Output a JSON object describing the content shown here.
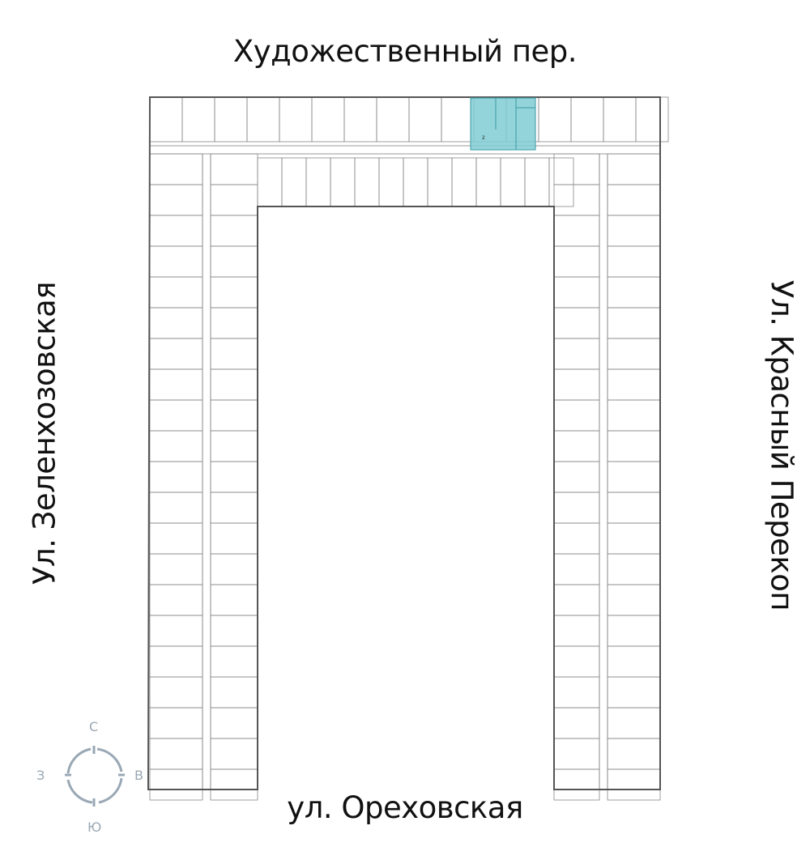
{
  "streets": {
    "north": "Художественный пер.",
    "south": "ул. Ореховская",
    "west": "Ул. Зеленхозовская",
    "east": "Ул. Красный Перекоп"
  },
  "compass": {
    "north": "С",
    "south": "Ю",
    "west": "З",
    "east": "В"
  },
  "highlight": {
    "apartment_rooms": "2",
    "color": "#7fcdd4"
  },
  "colors": {
    "walls": "#555555",
    "compass": "#9aa8b5"
  }
}
